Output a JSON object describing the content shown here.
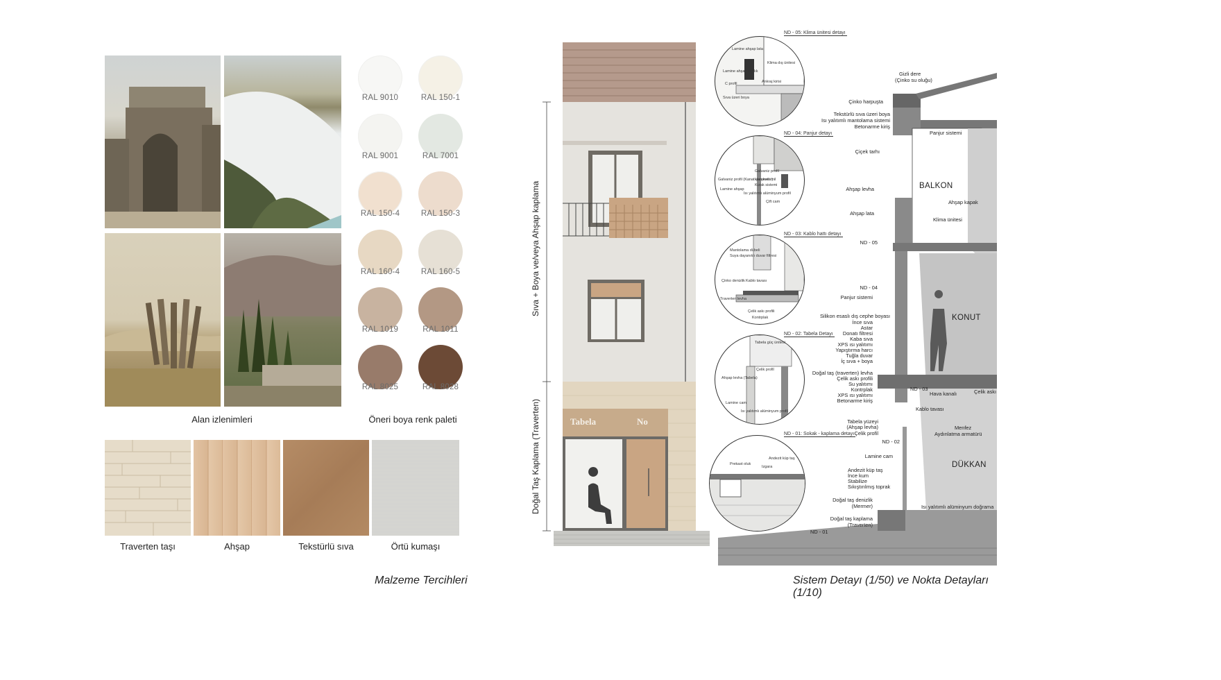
{
  "left_panel": {
    "photos_caption": "Alan izlenimleri",
    "palette_caption": "Öneri boya renk paleti",
    "palette": [
      {
        "label": "RAL 9010",
        "color": "#f7f7f5"
      },
      {
        "label": "RAL 150-1",
        "color": "#f5f1e6"
      },
      {
        "label": "RAL 9001",
        "color": "#f4f4f1"
      },
      {
        "label": "RAL 7001",
        "color": "#e3e8e2"
      },
      {
        "label": "RAL 150-4",
        "color": "#f1e0cf"
      },
      {
        "label": "RAL 150-3",
        "color": "#eddccd"
      },
      {
        "label": "RAL 160-4",
        "color": "#e7d8c3"
      },
      {
        "label": "RAL 160-5",
        "color": "#e6e0d5"
      },
      {
        "label": "RAL 1019",
        "color": "#c8b3a0"
      },
      {
        "label": "RAL 1011",
        "color": "#b39884"
      },
      {
        "label": "RAL 8025",
        "color": "#987b6a"
      },
      {
        "label": "RAL 8028",
        "color": "#6c4a36"
      }
    ],
    "materials": [
      {
        "label": "Traverten taşı"
      },
      {
        "label": "Ahşap"
      },
      {
        "label": "Tekstürlü sıva"
      },
      {
        "label": "Örtü kumaşı"
      }
    ],
    "title": "Malzeme Tercihleri"
  },
  "elevation": {
    "upper_label": "Sıva + Boya ve/veya Ahşap kaplama",
    "lower_label": "Doğal Taş Kaplama (Traverten)",
    "sign_left": "Tabela",
    "sign_right": "No"
  },
  "details": {
    "nd05": "ND - 05: Klima ünitesi detayı",
    "nd04": "ND - 04: Panjur detayı",
    "nd03": "ND - 03: Kablo hattı detayı",
    "nd02": "ND - 02: Tabela Detayı",
    "nd01": "ND - 01: Sokak - kaplama detayı",
    "nd05_notes": [
      "Lamine ahşap lata",
      "Klima dış ünitesi",
      "Lamine ahşap alınlık",
      "C profil",
      "Ankraj kirisi",
      "Sıva üzeri boya"
    ],
    "nd04_notes": [
      "Galvaniz profil",
      "Galvaniz profil (Kanat çerçevesi)",
      "Hareketli mil",
      "Lamine ahşap",
      "Kızak sistemi",
      "Isı yalıtımlı alüminyum profil",
      "Çift cam"
    ],
    "nd03_notes": [
      "Mantolama dübeli",
      "Suya dayanıklı duvar filtresi",
      "Çinko denizlik",
      "Kablo tavası",
      "Traverten levha",
      "Çelik askı profili",
      "Kontrplak"
    ],
    "nd02_notes": [
      "Tabela güç ünitesi",
      "Çelik profil",
      "Ahşap levha (Tabela)",
      "Lamine cam",
      "Isı yalıtımlı alüminyum profil"
    ],
    "nd01_notes": [
      "Prekast oluk",
      "Andezit küp taş",
      "Izgara"
    ]
  },
  "section": {
    "rooms": [
      "BALKON",
      "KONUT",
      "DÜKKAN"
    ],
    "notes_top": [
      "Gizli dere",
      "(Çinko su oluğu)"
    ],
    "notes_left": [
      "Çinko harpuşta",
      "Tekstürlü sıva üzeri boya",
      "Isı yalıtımlı mantolama sistemi",
      "Betonarme kiriş",
      "Panjur sistemi",
      "Çiçek tarhı",
      "Ahşap levha",
      "Ahşap kapak",
      "Ahşap lata",
      "Klima ünitesi",
      "ND - 05",
      "ND - 04",
      "Panjur sistemi",
      "Silikon esaslı dış cephe boyası",
      "İnce sıva",
      "Astar",
      "Donatı filtresi",
      "Kaba sıva",
      "XPS ısı yalıtımı",
      "Yapıştırma harcı",
      "Tuğla duvar",
      "İç sıva + boya",
      "Doğal taş (traverten) levha",
      "Çelik askı profili",
      "Su yalıtımı",
      "Kontrplak",
      "XPS ısı yalıtımı",
      "Betonarme kiriş",
      "ND - 03",
      "Tabela yüzeyi",
      "(Ahşap levha)",
      "Çelik profil",
      "ND - 02",
      "Lamine cam",
      "Andezit küp taş",
      "İnce kum",
      "Stabilize",
      "Sıkıştırılmış toprak",
      "Doğal taş denizlik",
      "(Mermer)",
      "Doğal taş kaplama",
      "(Traverten)",
      "ND - 01"
    ],
    "notes_right": [
      "Hava kanalı",
      "Çelik askı",
      "Kablo tavası",
      "Menfez",
      "Aydınlatma armatürü",
      "Isı yalıtımlı alüminyum doğrama"
    ],
    "title": "Sistem Detayı (1/50) ve Nokta Detayları (1/10)"
  }
}
